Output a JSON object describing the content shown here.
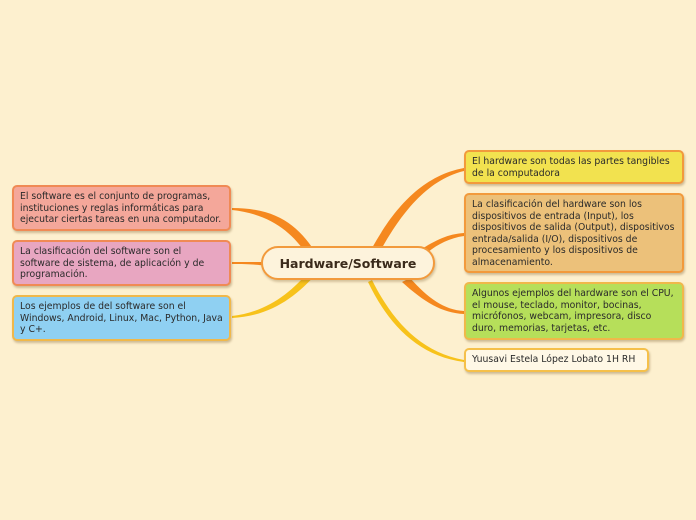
{
  "center": {
    "label": "Hardware/Software"
  },
  "left_nodes": [
    {
      "text": "El software es el conjunto de programas, instituciones y reglas informáticas para ejecutar ciertas tareas en una computador.",
      "color": "#f4a79a"
    },
    {
      "text": "La clasificación del software son el software de sistema, de aplicación y de programación.",
      "color": "#e8a6c1"
    },
    {
      "text": "Los ejemplos de del software son el Windows, Android, Linux, Mac, Python, Java y C+.",
      "color": "#8fd0f2"
    }
  ],
  "right_nodes": [
    {
      "text": "El hardware son todas las partes tangibles de la computadora",
      "color": "#f2e24f"
    },
    {
      "text": "La clasificación del hardware son los dispositivos de entrada (Input), los dispositivos de salida (Output), dispositivos entrada/salida (I/O), dispositivos de procesamiento y los dispositivos de almacenamiento.",
      "color": "#ecc17a"
    },
    {
      "text": "Algunos ejemplos del hardware son el CPU, el mouse, teclado, monitor, bocinas, micrófonos, webcam, impresora, disco duro, memorias, tarjetas, etc.",
      "color": "#b6df5a"
    },
    {
      "text": "Yuusavi Estela López Lobato 1H RH",
      "color": "#fff8e6"
    }
  ],
  "connector_colors": {
    "orange": "#f5881f",
    "yellow": "#f7c21b"
  }
}
